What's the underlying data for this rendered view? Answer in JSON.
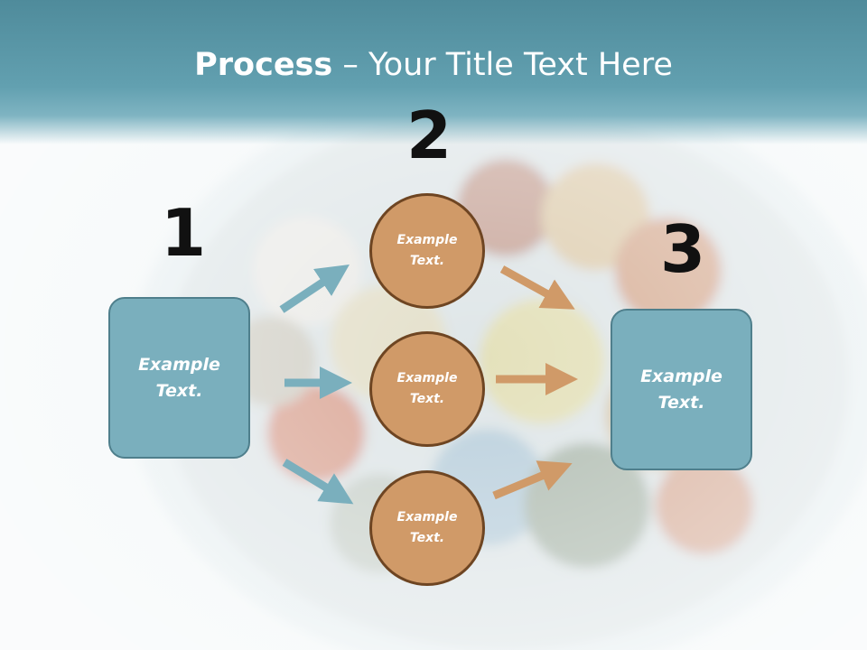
{
  "title": {
    "bold": "Process",
    "rest": " – Your Title Text Here"
  },
  "steps": {
    "one": {
      "number": "1",
      "text_line1": "Example",
      "text_line2": "Text."
    },
    "two": {
      "number": "2"
    },
    "three": {
      "number": "3",
      "text_line1": "Example",
      "text_line2": "Text."
    }
  },
  "circles": [
    {
      "text_line1": "Example",
      "text_line2": "Text."
    },
    {
      "text_line1": "Example",
      "text_line2": "Text."
    },
    {
      "text_line1": "Example",
      "text_line2": "Text."
    }
  ],
  "colors": {
    "header": "#62a0b0",
    "box_fill": "#7aafbd",
    "circle_fill": "#d09a68",
    "arrow_blue": "#7aafbd",
    "arrow_orange": "#d09a68"
  }
}
